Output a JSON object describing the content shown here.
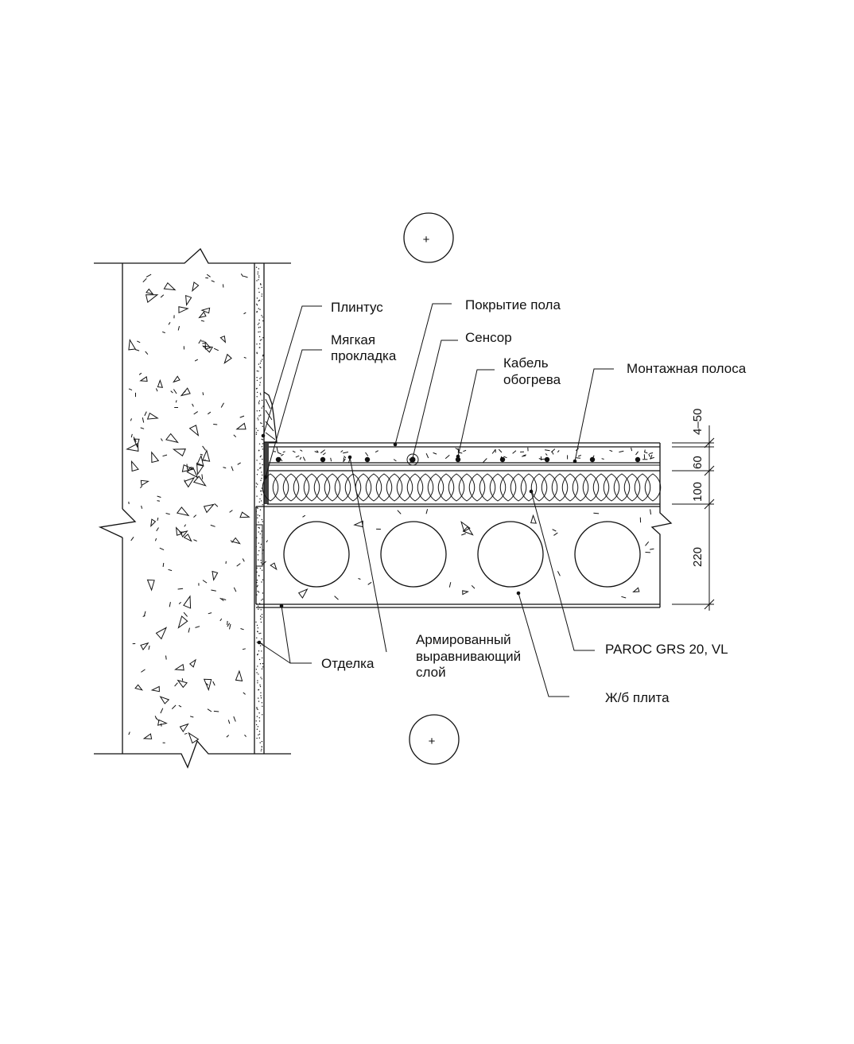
{
  "labels": {
    "plintus": "Плинтус",
    "pokrytie": "Покрытие пола",
    "myagkaya_1": "Мягкая",
    "myagkaya_2": "прокладка",
    "sensor": "Сенсор",
    "kabel_1": "Кабель",
    "kabel_2": "обогрева",
    "montazh": "Монтажная полоса",
    "armir_1": "Армированный",
    "armir_2": "выравнивающий",
    "armir_3": "слой",
    "otdelka": "Отделка",
    "paroc": "PAROC GRS 20, VL",
    "plita": "Ж/б плита"
  },
  "dimensions": {
    "top": "4–50",
    "screed": "60",
    "insulation": "100",
    "slab": "220"
  },
  "markers": {
    "top": "+",
    "bottom": "+"
  }
}
